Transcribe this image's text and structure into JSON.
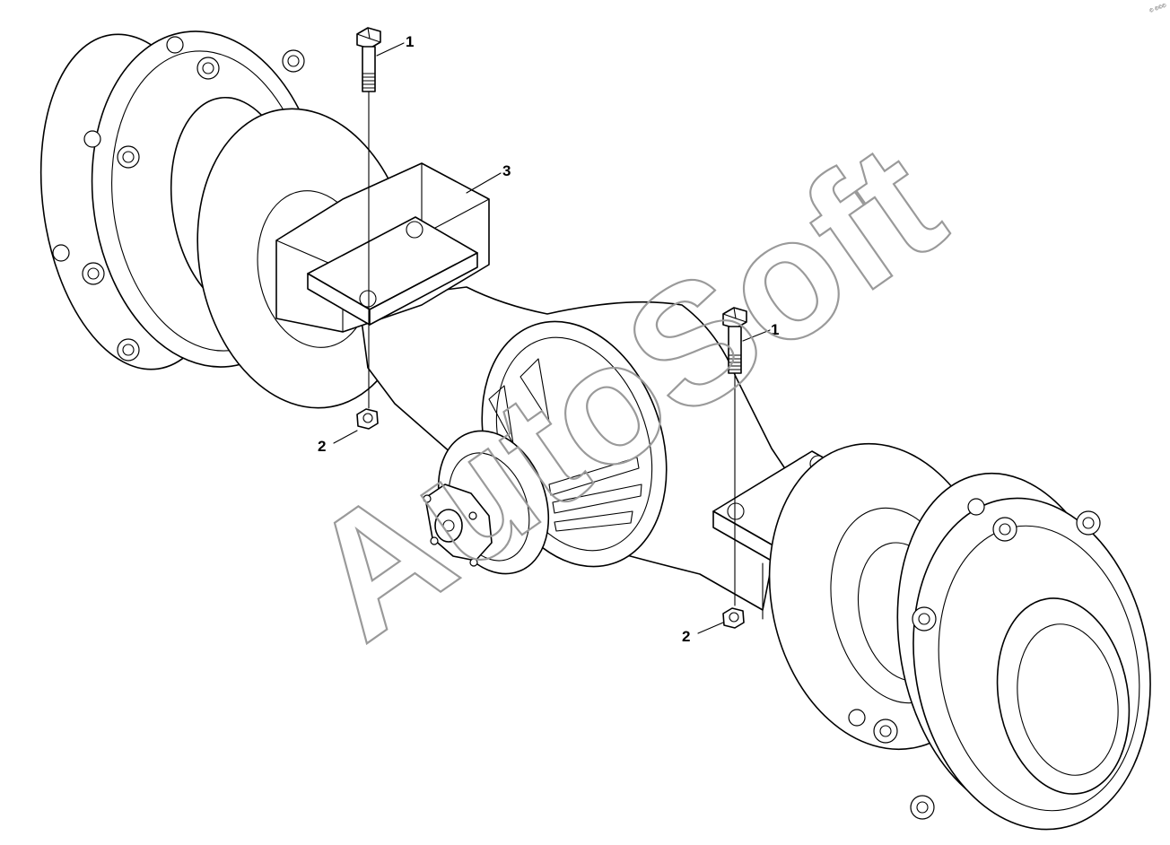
{
  "callouts": {
    "bolt_top_left": "1",
    "bolt_right": "1",
    "nut_left": "2",
    "nut_right": "2",
    "axle_housing": "3"
  },
  "watermark": "AutoSoft",
  "corner_mark": "© ©©©",
  "colors": {
    "line": "#000000",
    "watermark": "#9a9a9a",
    "background": "#ffffff"
  }
}
